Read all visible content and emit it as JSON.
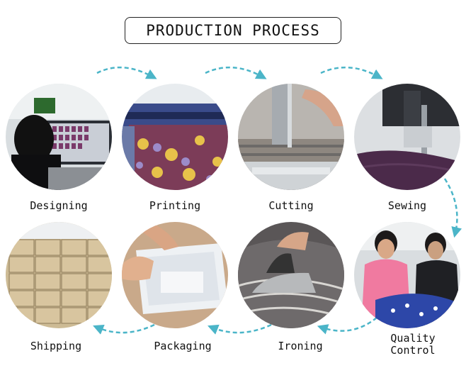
{
  "title": "PRODUCTION PROCESS",
  "steps": [
    {
      "label": "Designing"
    },
    {
      "label": "Printing"
    },
    {
      "label": "Cutting"
    },
    {
      "label": "Sewing"
    },
    {
      "label": "Quality\nControl"
    },
    {
      "label": "Ironing"
    },
    {
      "label": "Packaging"
    },
    {
      "label": "Shipping"
    }
  ],
  "colors": {
    "arrow": "#4bb5c8",
    "title_border": "#222222"
  }
}
